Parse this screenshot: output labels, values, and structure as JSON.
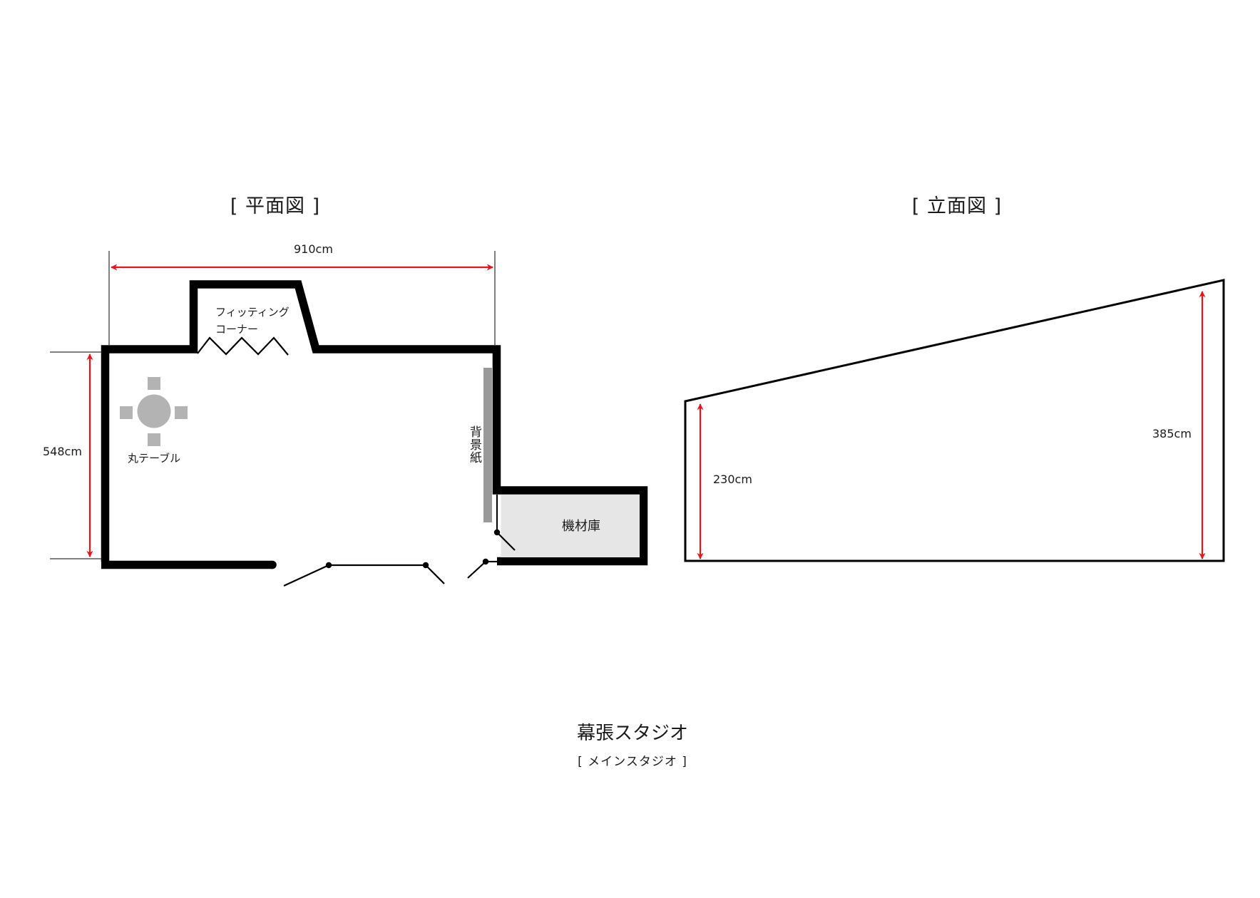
{
  "colors": {
    "wall": "#000000",
    "dimension": "#e8141b",
    "furniture": "#b3b3b3",
    "backdrop": "#999999",
    "storage_fill": "#e6e6e6"
  },
  "floor_plan": {
    "title": "[ 平面図 ]",
    "width_dimension": "910cm",
    "depth_dimension": "548cm",
    "rooms": {
      "fitting_corner": {
        "line1": "フィッティング",
        "line2": "コーナー"
      },
      "storage": {
        "label": "機材庫"
      }
    },
    "furniture": {
      "round_table": {
        "label": "丸テーブル"
      },
      "backdrop": {
        "label": "背景紙"
      }
    }
  },
  "elevation": {
    "title": "[ 立面図 ]",
    "low_height": "230cm",
    "high_height": "385cm"
  },
  "footer": {
    "studio_name": "幕張スタジオ",
    "subtitle": "[ メインスタジオ ]"
  }
}
